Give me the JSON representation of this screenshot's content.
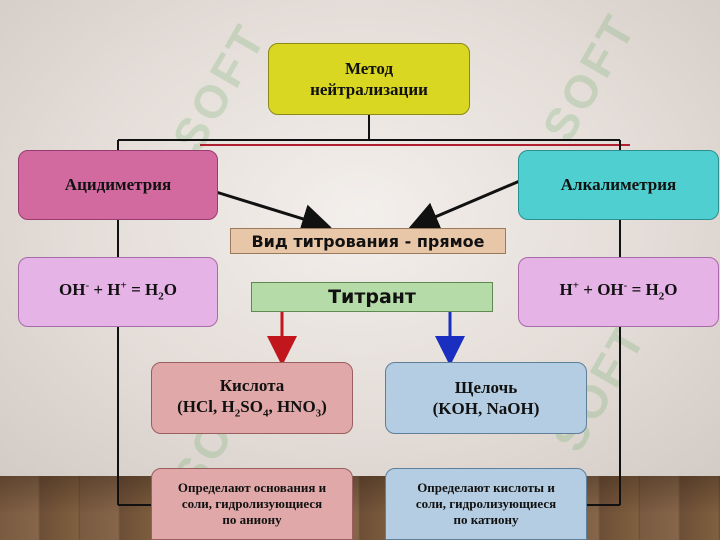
{
  "diagram": {
    "root": {
      "line1": "Метод",
      "line2": "нейтрализации"
    },
    "left_branch": {
      "title": "Ацидиметрия",
      "equation": {
        "a": "OH",
        "a_sup": "-",
        "plus1": " + H",
        "b_sup": "+",
        "eq": " = H",
        "sub": "2",
        "tail": "O"
      }
    },
    "right_branch": {
      "title": "Алкалиметрия",
      "equation": {
        "a": "H",
        "a_sup": "+",
        "plus1": " + OH",
        "b_sup": "-",
        "eq": " = H",
        "sub": "2",
        "tail": "O"
      }
    },
    "titration_kind": "Вид титрования - прямое",
    "titrant": "Титрант",
    "acid": {
      "name": "Кислота",
      "formula": {
        "p1": "(HCl, H",
        "s1": "2",
        "p2": "SO",
        "s2": "4",
        "p3": ", HNO",
        "s3": "3",
        "p4": ")"
      },
      "note_l1": "Определают основания и",
      "note_l2": "соли, гидролизующиеся",
      "note_l3": "по аниону"
    },
    "base": {
      "name": "Щелочь",
      "formula": "(KOH, NaOH)",
      "note_l1": "Определают кислоты и",
      "note_l2": "соли, гидролизующиеся",
      "note_l3": "по катиону"
    }
  },
  "watermark": "SOFT",
  "colors": {
    "root": "#d9d722",
    "acidimetry": "#d26aa0",
    "alkalimetry": "#4fcfcf",
    "equation": "#e6b3e6",
    "arrow_red": "#c0161c",
    "arrow_blue": "#1a2fc0"
  }
}
